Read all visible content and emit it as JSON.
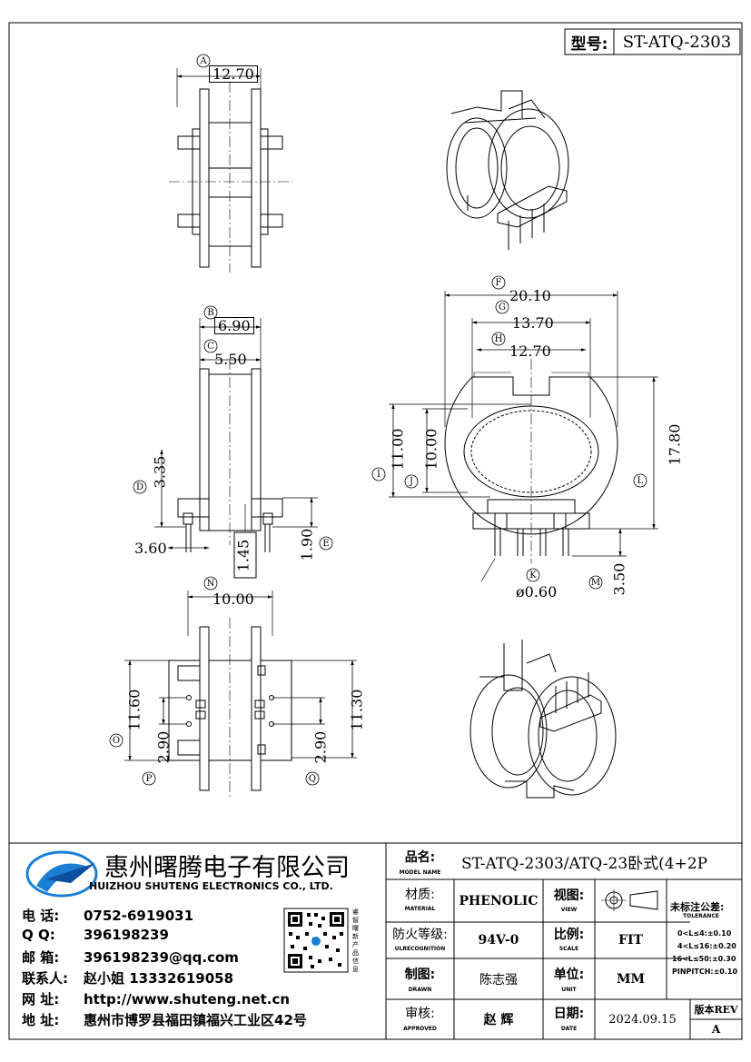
{
  "header": {
    "model_label": "型号:",
    "model_value": "ST-ATQ-2303"
  },
  "dimensions": {
    "A": "A",
    "a_val": "12.70",
    "B": "B",
    "b_val": "6.90",
    "C": "C",
    "c_val": "5.50",
    "D": "D",
    "d_val": "3.35",
    "d2_val": "3.60",
    "d3_val": "1.45",
    "E": "E",
    "e_val": "1.90",
    "F": "F",
    "f_val": "20.10",
    "G": "G",
    "g_val": "13.70",
    "H": "H",
    "h_val": "12.70",
    "I": "I",
    "i_val": "11.00",
    "J": "J",
    "j_val": "10.00",
    "L": "L",
    "l_val": "17.80",
    "K": "K",
    "k_val": "ø0.60",
    "M": "M",
    "m_val": "3.50",
    "N": "N",
    "n_val": "10.00",
    "O": "O",
    "o_val": "11.60",
    "P": "P",
    "p_val": "2.90",
    "Q": "Q",
    "q_val": "2.90",
    "q2_val": "11.30"
  },
  "company": {
    "name_cn": "惠州曙腾电子有限公司",
    "name_en": "HUIZHOU SHUTENG ELECTRONICS CO., LTD.",
    "qr_caption": "睿智曙新产品信息",
    "contacts": [
      {
        "label": "电  话:",
        "value": "0752-6919031"
      },
      {
        "label": "Q    Q:",
        "value": "396198239"
      },
      {
        "label": "邮  箱:",
        "value": "396198239@qq.com"
      },
      {
        "label": "联系人:",
        "value": "赵小姐 13332619058"
      },
      {
        "label": "网  址:",
        "value": "http://www.shuteng.net.cn"
      },
      {
        "label": "地  址:",
        "value": "惠州市博罗县福田镇福兴工业区42号"
      }
    ]
  },
  "title_block": {
    "model_name_label": "品名:",
    "model_name_sub": "MODEL NAME",
    "model_name_value": "ST-ATQ-2303/ATQ-23卧式(4+2P",
    "material_label": "材质:",
    "material_sub": "MATERIAL",
    "material_value": "PHENOLIC",
    "view_label": "视图:",
    "view_sub": "VIEW",
    "flame_label": "防火等级:",
    "flame_sub": "ULRECOGNITION",
    "flame_value": "94V-0",
    "scale_label": "比例:",
    "scale_sub": "SCALE",
    "scale_value": "FIT",
    "drawn_label": "制图:",
    "drawn_sub": "DRAWN",
    "drawn_value": "陈志强",
    "unit_label": "单位:",
    "unit_sub": "UNIT",
    "unit_value": "MM",
    "approved_label": "审核:",
    "approved_sub": "APPROVED",
    "approved_value": "赵  辉",
    "date_label": "日期:",
    "date_sub": "DATE",
    "date_value": "2024.09.15",
    "rev_label": "版本REV",
    "rev_value": "A",
    "tolerance_title": "未标注公差:",
    "tolerance_sub": "TOLERANCE",
    "tolerance_lines": [
      "0<L≤4:±0.10",
      "4<L≤16:±0.20",
      "16<L≤50:±0.30",
      "PINPITCH:±0.10"
    ]
  }
}
